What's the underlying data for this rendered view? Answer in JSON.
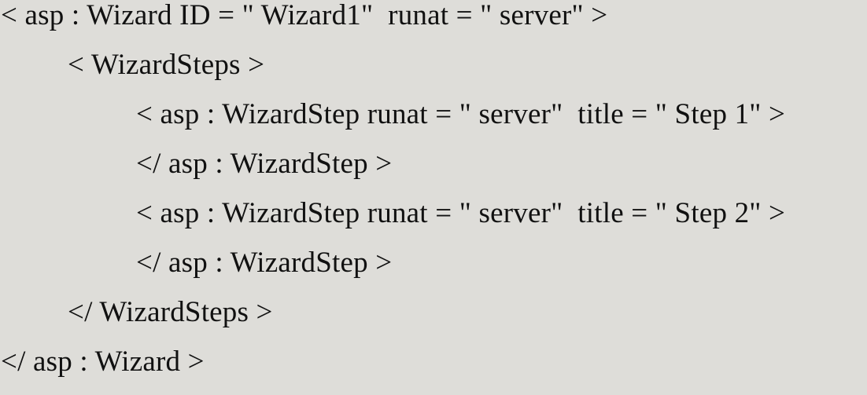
{
  "code": {
    "lines": [
      "< asp : Wizard ID = \" Wizard1\"  runat = \" server\" >",
      "< WizardSteps >",
      "< asp : WizardStep runat = \" server\"  title = \" Step 1\" >",
      "</ asp : WizardStep >",
      "< asp : WizardStep runat = \" server\"  title = \" Step 2\" >",
      "</ asp : WizardStep >",
      "</ WizardSteps >",
      "</ asp : Wizard >"
    ]
  }
}
